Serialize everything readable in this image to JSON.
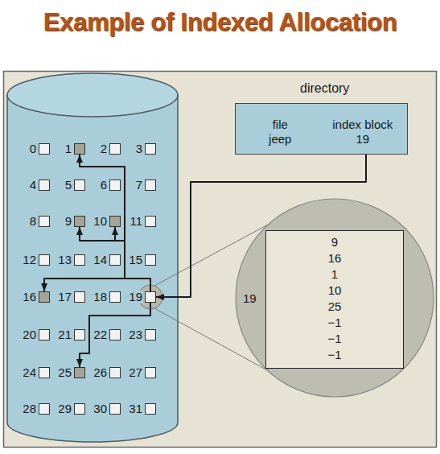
{
  "diagram": {
    "title": "Example of Indexed Allocation",
    "nodes": [
      {
        "text": [
          "0"
        ]
      },
      {
        "text": [
          "1"
        ]
      },
      {
        "text": [
          "2"
        ]
      },
      {
        "text": [
          "3"
        ]
      },
      {
        "text": [
          "4"
        ]
      },
      {
        "text": [
          "5"
        ]
      },
      {
        "text": [
          "6"
        ]
      },
      {
        "text": [
          "7"
        ]
      },
      {
        "text": [
          "8"
        ]
      },
      {
        "text": [
          "9"
        ]
      },
      {
        "text": [
          "10"
        ]
      },
      {
        "text": [
          "11"
        ]
      },
      {
        "text": [
          "12"
        ]
      },
      {
        "text": [
          "13"
        ]
      },
      {
        "text": [
          "14"
        ]
      },
      {
        "text": [
          "15"
        ]
      },
      {
        "text": [
          "16"
        ]
      },
      {
        "text": [
          "17"
        ]
      },
      {
        "text": [
          "18"
        ]
      },
      {
        "text": [
          "19"
        ]
      },
      {
        "text": [
          "20"
        ]
      },
      {
        "text": [
          "21"
        ]
      },
      {
        "text": [
          "22"
        ]
      },
      {
        "text": [
          "23"
        ]
      },
      {
        "text": [
          "24"
        ]
      },
      {
        "text": [
          "25"
        ]
      },
      {
        "text": [
          "26"
        ]
      },
      {
        "text": [
          "27"
        ]
      },
      {
        "text": [
          "28"
        ]
      },
      {
        "text": [
          "29"
        ]
      },
      {
        "text": [
          "30"
        ]
      },
      {
        "text": [
          "31"
        ]
      },
      {
        "text": [
          "directory",
          "file",
          "index block",
          "jeep",
          "19"
        ]
      },
      {
        "text": [
          "19"
        ]
      },
      {
        "text": [
          "9",
          "16",
          "1",
          "10",
          "25",
          "−1",
          "−1",
          "−1"
        ],
        "in": 33
      }
    ],
    "edges": [
      {
        "from": 19,
        "to": 9,
        "arrow": "to"
      },
      {
        "from": 19,
        "to": 16,
        "arrow": "to"
      },
      {
        "from": 19,
        "to": 1,
        "arrow": "to"
      },
      {
        "from": 19,
        "to": 10,
        "arrow": "to"
      },
      {
        "from": 19,
        "to": 25,
        "arrow": "to"
      },
      {
        "from": 32,
        "to": 19,
        "arrow": "to"
      }
    ]
  }
}
